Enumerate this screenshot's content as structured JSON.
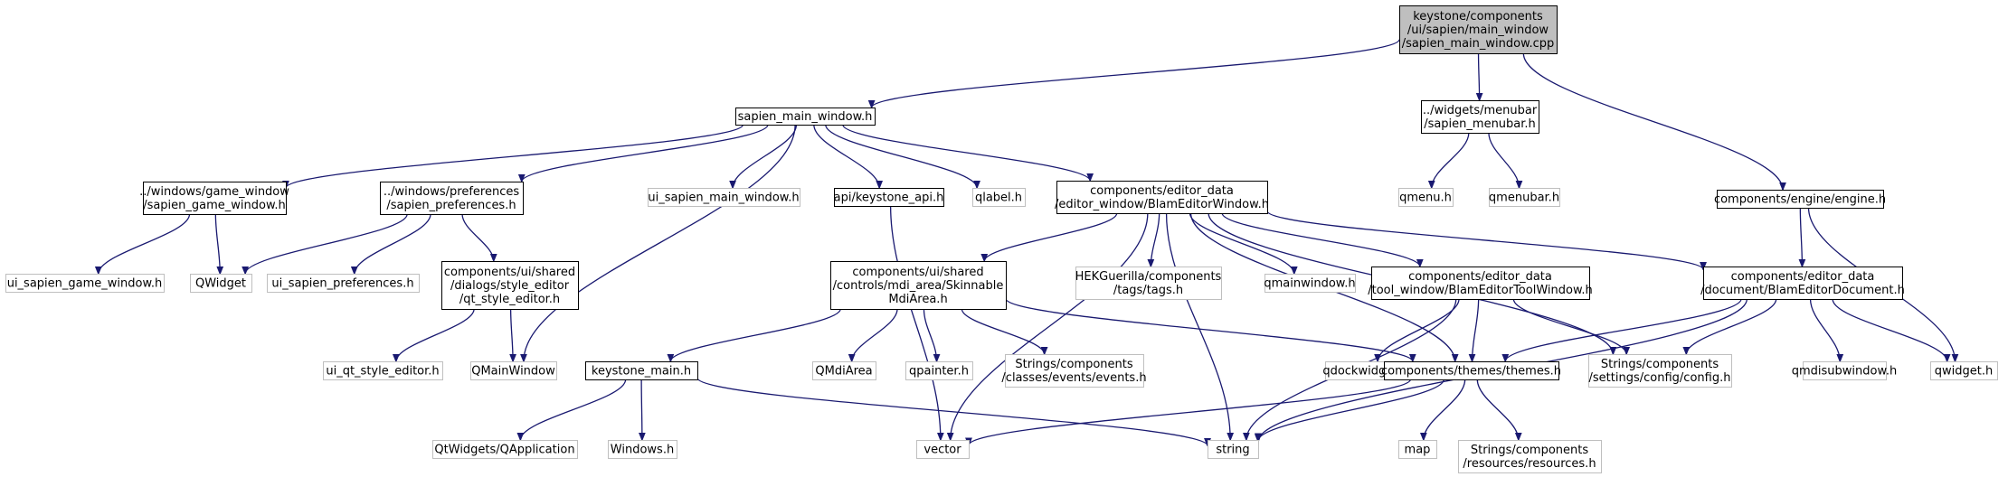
{
  "diagram": {
    "colors": {
      "edge": "#191970",
      "root_fill": "#bfbfbf",
      "internal_border": "#000000",
      "external_border": "#bfbfbf",
      "fill": "#ffffff"
    },
    "nodes": [
      {
        "id": "root",
        "kind": "root",
        "lines": [
          "keystone/components",
          "/ui/sapien/main_window",
          "/sapien_main_window.cpp"
        ]
      },
      {
        "id": "sapien_main_window_h",
        "kind": "internal",
        "lines": [
          "sapien_main_window.h"
        ]
      },
      {
        "id": "sapien_menubar_h",
        "kind": "internal",
        "lines": [
          "../widgets/menubar",
          "/sapien_menubar.h"
        ]
      },
      {
        "id": "engine_h",
        "kind": "internal",
        "lines": [
          "components/engine/engine.h"
        ]
      },
      {
        "id": "game_window_h",
        "kind": "internal",
        "lines": [
          "../windows/game_window",
          "/sapien_game_window.h"
        ]
      },
      {
        "id": "preferences_h",
        "kind": "internal",
        "lines": [
          "../windows/preferences",
          "/sapien_preferences.h"
        ]
      },
      {
        "id": "ui_sapien_main_window_h",
        "kind": "external",
        "lines": [
          "ui_sapien_main_window.h"
        ]
      },
      {
        "id": "keystone_api_h",
        "kind": "internal",
        "lines": [
          "api/keystone_api.h"
        ]
      },
      {
        "id": "qlabel_h",
        "kind": "external",
        "lines": [
          "qlabel.h"
        ]
      },
      {
        "id": "blam_editor_window_h",
        "kind": "internal",
        "lines": [
          "components/editor_data",
          "/editor_window/BlamEditorWindow.h"
        ]
      },
      {
        "id": "qmenu_h",
        "kind": "external",
        "lines": [
          "qmenu.h"
        ]
      },
      {
        "id": "qmenubar_h",
        "kind": "external",
        "lines": [
          "qmenubar.h"
        ]
      },
      {
        "id": "ui_sapien_game_window_h",
        "kind": "external",
        "lines": [
          "ui_sapien_game_window.h"
        ]
      },
      {
        "id": "qwidget_cap",
        "kind": "external",
        "lines": [
          "QWidget"
        ]
      },
      {
        "id": "ui_sapien_preferences_h",
        "kind": "external",
        "lines": [
          "ui_sapien_preferences.h"
        ]
      },
      {
        "id": "qt_style_editor_h",
        "kind": "internal",
        "lines": [
          "components/ui/shared",
          "/dialogs/style_editor",
          "/qt_style_editor.h"
        ]
      },
      {
        "id": "skinnable_mdi_area_h",
        "kind": "internal",
        "lines": [
          "components/ui/shared",
          "/controls/mdi_area/Skinnable",
          "MdiArea.h"
        ]
      },
      {
        "id": "tags_h",
        "kind": "external",
        "lines": [
          "HEKGuerilla/components",
          "/tags/tags.h"
        ]
      },
      {
        "id": "qmainwindow_h",
        "kind": "external",
        "lines": [
          "qmainwindow.h"
        ]
      },
      {
        "id": "blam_editor_tool_window_h",
        "kind": "internal",
        "lines": [
          "components/editor_data",
          "/tool_window/BlamEditorToolWindow.h"
        ]
      },
      {
        "id": "blam_editor_document_h",
        "kind": "internal",
        "lines": [
          "components/editor_data",
          "/document/BlamEditorDocument.h"
        ]
      },
      {
        "id": "ui_qt_style_editor_h",
        "kind": "external",
        "lines": [
          "ui_qt_style_editor.h"
        ]
      },
      {
        "id": "qmainwindow_cap",
        "kind": "external",
        "lines": [
          "QMainWindow"
        ]
      },
      {
        "id": "keystone_main_h",
        "kind": "internal",
        "lines": [
          "keystone_main.h"
        ]
      },
      {
        "id": "qmdiarea",
        "kind": "external",
        "lines": [
          "QMdiArea"
        ]
      },
      {
        "id": "qpainter_h",
        "kind": "external",
        "lines": [
          "qpainter.h"
        ]
      },
      {
        "id": "events_h",
        "kind": "external",
        "lines": [
          "Strings/components",
          "/classes/events/events.h"
        ]
      },
      {
        "id": "qdockwidget_h",
        "kind": "external",
        "lines": [
          "qdockwidget.h"
        ]
      },
      {
        "id": "themes_h",
        "kind": "internal",
        "lines": [
          "components/themes/themes.h"
        ]
      },
      {
        "id": "config_h",
        "kind": "external",
        "lines": [
          "Strings/components",
          "/settings/config/config.h"
        ]
      },
      {
        "id": "qmdisubwindow_h",
        "kind": "external",
        "lines": [
          "qmdisubwindow.h"
        ]
      },
      {
        "id": "qwidget_h",
        "kind": "external",
        "lines": [
          "qwidget.h"
        ]
      },
      {
        "id": "qapplication",
        "kind": "external",
        "lines": [
          "QtWidgets/QApplication"
        ]
      },
      {
        "id": "windows_h",
        "kind": "external",
        "lines": [
          "Windows.h"
        ]
      },
      {
        "id": "vector",
        "kind": "external",
        "lines": [
          "vector"
        ]
      },
      {
        "id": "string",
        "kind": "external",
        "lines": [
          "string"
        ]
      },
      {
        "id": "map",
        "kind": "external",
        "lines": [
          "map"
        ]
      },
      {
        "id": "resources_h",
        "kind": "external",
        "lines": [
          "Strings/components",
          "/resources/resources.h"
        ]
      }
    ],
    "edges": [
      [
        "root",
        "sapien_main_window_h"
      ],
      [
        "root",
        "sapien_menubar_h"
      ],
      [
        "root",
        "engine_h"
      ],
      [
        "sapien_main_window_h",
        "game_window_h"
      ],
      [
        "sapien_main_window_h",
        "preferences_h"
      ],
      [
        "sapien_main_window_h",
        "qmainwindow_cap"
      ],
      [
        "sapien_main_window_h",
        "ui_sapien_main_window_h"
      ],
      [
        "sapien_main_window_h",
        "keystone_api_h"
      ],
      [
        "sapien_main_window_h",
        "qlabel_h"
      ],
      [
        "sapien_main_window_h",
        "blam_editor_window_h"
      ],
      [
        "sapien_menubar_h",
        "qmenu_h"
      ],
      [
        "sapien_menubar_h",
        "qmenubar_h"
      ],
      [
        "engine_h",
        "blam_editor_document_h"
      ],
      [
        "engine_h",
        "qwidget_h"
      ],
      [
        "game_window_h",
        "ui_sapien_game_window_h"
      ],
      [
        "game_window_h",
        "qwidget_cap"
      ],
      [
        "preferences_h",
        "qwidget_cap"
      ],
      [
        "preferences_h",
        "ui_sapien_preferences_h"
      ],
      [
        "preferences_h",
        "qt_style_editor_h"
      ],
      [
        "qt_style_editor_h",
        "ui_qt_style_editor_h"
      ],
      [
        "qt_style_editor_h",
        "qmainwindow_cap"
      ],
      [
        "keystone_api_h",
        "vector"
      ],
      [
        "blam_editor_window_h",
        "skinnable_mdi_area_h"
      ],
      [
        "blam_editor_window_h",
        "tags_h"
      ],
      [
        "blam_editor_window_h",
        "qmainwindow_h"
      ],
      [
        "blam_editor_window_h",
        "blam_editor_tool_window_h"
      ],
      [
        "blam_editor_window_h",
        "blam_editor_document_h"
      ],
      [
        "blam_editor_window_h",
        "themes_h"
      ],
      [
        "blam_editor_window_h",
        "config_h"
      ],
      [
        "blam_editor_window_h",
        "string"
      ],
      [
        "blam_editor_window_h",
        "vector"
      ],
      [
        "skinnable_mdi_area_h",
        "keystone_main_h"
      ],
      [
        "skinnable_mdi_area_h",
        "qmdiarea"
      ],
      [
        "skinnable_mdi_area_h",
        "qpainter_h"
      ],
      [
        "skinnable_mdi_area_h",
        "events_h"
      ],
      [
        "skinnable_mdi_area_h",
        "themes_h"
      ],
      [
        "blam_editor_tool_window_h",
        "qdockwidget_h"
      ],
      [
        "blam_editor_tool_window_h",
        "themes_h"
      ],
      [
        "blam_editor_tool_window_h",
        "config_h"
      ],
      [
        "blam_editor_tool_window_h",
        "string"
      ],
      [
        "blam_editor_document_h",
        "themes_h"
      ],
      [
        "blam_editor_document_h",
        "config_h"
      ],
      [
        "blam_editor_document_h",
        "qmdisubwindow_h"
      ],
      [
        "blam_editor_document_h",
        "qwidget_h"
      ],
      [
        "blam_editor_document_h",
        "string"
      ],
      [
        "keystone_main_h",
        "qapplication"
      ],
      [
        "keystone_main_h",
        "windows_h"
      ],
      [
        "keystone_main_h",
        "string"
      ],
      [
        "themes_h",
        "vector"
      ],
      [
        "themes_h",
        "string"
      ],
      [
        "themes_h",
        "map"
      ],
      [
        "themes_h",
        "resources_h"
      ]
    ]
  }
}
